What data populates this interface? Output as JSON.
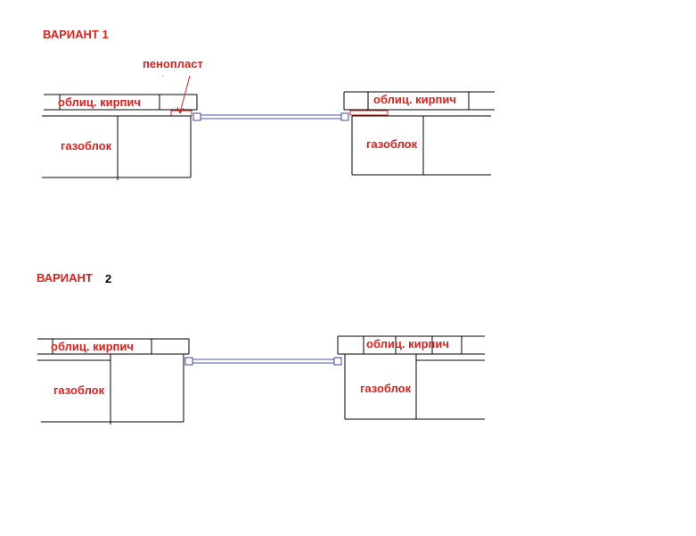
{
  "variant1": {
    "title": "ВАРИАНТ 1",
    "foam_label": "пенопласт",
    "left": {
      "brick_label": "облиц. кирпич",
      "block_label": "газоблок"
    },
    "right": {
      "brick_label": "облиц. кирпич",
      "block_label": "газоблок"
    }
  },
  "variant2": {
    "title": "ВАРИАНТ",
    "number": "2",
    "left": {
      "brick_label": "облиц. кирпич",
      "block_label": "газоблок"
    },
    "right": {
      "brick_label": "облиц. кирпич",
      "block_label": "газоблок"
    }
  },
  "colors": {
    "label": "#e0201c",
    "window": "#4a5aa8",
    "lines": "#000000"
  }
}
